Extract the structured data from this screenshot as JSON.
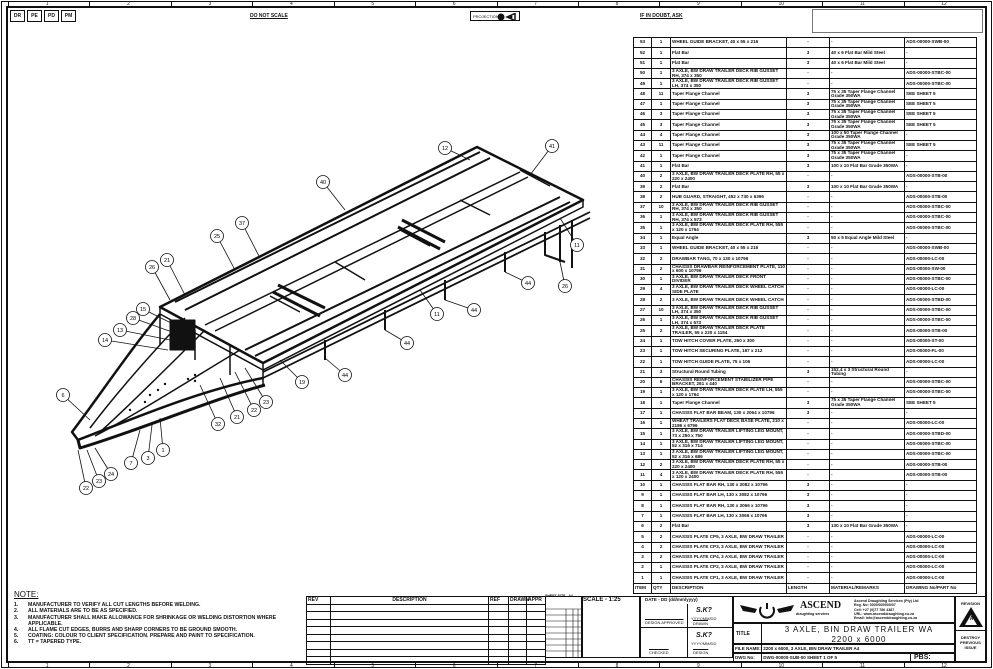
{
  "corner_tabs": [
    "DR",
    "PE",
    "PD",
    "PM"
  ],
  "header": {
    "do_not_scale": "DO NOT SCALE",
    "projection": "PROJECTION",
    "if_in_doubt": "IF IN DOUBT, ASK"
  },
  "zones_top": [
    "1",
    "2",
    "3",
    "4",
    "5",
    "6",
    "7",
    "8",
    "9",
    "10",
    "11",
    "12"
  ],
  "balloons": [
    "12",
    "41",
    "40",
    "37",
    "25",
    "26",
    "21",
    "15",
    "28",
    "13",
    "14",
    "6",
    "7",
    "3",
    "1",
    "32",
    "21",
    "22",
    "23",
    "24",
    "23",
    "22",
    "19",
    "44",
    "44",
    "11",
    "44",
    "44",
    "26",
    "11"
  ],
  "bom": {
    "headers": [
      "ITEM",
      "QTY",
      "DESCRIPTION",
      "LENGTH",
      "MATERIAL/REMARKS",
      "DRAWING No/PART No"
    ],
    "rows": [
      [
        "53",
        "1",
        "WHEEL GUIDE BRACKET, 40 x 55 x 216",
        "-",
        "-",
        "ADS-00000-SWB-00"
      ],
      [
        "52",
        "1",
        "Flat Bar",
        "3",
        "40 x 6 Flat Bar Mild Steel",
        "-"
      ],
      [
        "51",
        "1",
        "Flat Bar",
        "3",
        "40 x 6 Flat Bar Mild Steel",
        "-"
      ],
      [
        "50",
        "1",
        "3 AXLE, BW DRAW TRAILER DECK RIB GUSSET RH, 374 x 350",
        "-",
        "-",
        "ADS-00000-STBC-00"
      ],
      [
        "49",
        "1",
        "3 AXLE, BW DRAW TRAILER DECK RIB GUSSET LH, 374 x 350",
        "-",
        "-",
        "ADS-00000-STBC-00"
      ],
      [
        "48",
        "11",
        "Taper Flange Channel",
        "3",
        "75 x 35 Taper Flange Channel Grade 350WA",
        "SEE SHEET 5"
      ],
      [
        "47",
        "1",
        "Taper Flange Channel",
        "3",
        "75 x 35 Taper Flange Channel Grade 350WA",
        "SEE SHEET 5"
      ],
      [
        "46",
        "3",
        "Taper Flange Channel",
        "3",
        "75 x 35 Taper Flange Channel Grade 350WA",
        "SEE SHEET 5"
      ],
      [
        "45",
        "3",
        "Taper Flange Channel",
        "3",
        "75 x 35 Taper Flange Channel Grade 350WA",
        "SEE SHEET 5"
      ],
      [
        "44",
        "4",
        "Taper Flange Channel",
        "3",
        "100 x 50 Taper Flange Channel Grade 350WA",
        "-"
      ],
      [
        "43",
        "11",
        "Taper Flange Channel",
        "3",
        "75 x 35 Taper Flange Channel Grade 350WA",
        "SEE SHEET 5"
      ],
      [
        "42",
        "1",
        "Taper Flange Channel",
        "3",
        "75 x 35 Taper Flange Channel Grade 350WA",
        "-"
      ],
      [
        "41",
        "1",
        "Flat Bar",
        "3",
        "100 x 10 Flat Bar Grade 350WA",
        "-"
      ],
      [
        "40",
        "2",
        "3 AXLE, BW DRAW TRAILER DECK PLATE RH, 55 x 220 x 2400",
        "-",
        "-",
        "ADS-00000-STB-00"
      ],
      [
        "39",
        "2",
        "Flat Bar",
        "3",
        "100 x 10 Flat Bar Grade 350WA",
        "-"
      ],
      [
        "38",
        "2",
        "HUB GUARD, STRAIGHT, 452 x 730 x 6396",
        "-",
        "-",
        "ADS-00000-STB-00"
      ],
      [
        "37",
        "10",
        "3 AXLE, BW DRAW TRAILER DECK RIB GUSSET RH, 374 x 350",
        "-",
        "-",
        "ADS-00000-STBC-00"
      ],
      [
        "36",
        "1",
        "3 AXLE, BW DRAW TRAILER DECK RIB GUSSET RH, 374 x 573",
        "-",
        "-",
        "ADS-00000-STBC-00"
      ],
      [
        "35",
        "1",
        "3 AXLE, BW DRAW TRAILER DECK PLATE RH, 555 x 120 x 1764",
        "-",
        "-",
        "ADS-00000-STBC-00"
      ],
      [
        "34",
        "1",
        "Equal Angle",
        "3",
        "50 x 5 Equal Angle Mild Steel",
        "-"
      ],
      [
        "33",
        "1",
        "WHEEL GUIDE BRACKET, 40 x 55 x 216",
        "-",
        "-",
        "ADS-00000-SWB-00"
      ],
      [
        "32",
        "2",
        "DRAWBAR TANG, 70 x 130 x 10796",
        "-",
        "-",
        "ADS-00000-LC-00"
      ],
      [
        "31",
        "2",
        "CHASSIS DRAWBAR REINFORCEMENT PLATE, 110 x 600 x 10796",
        "-",
        "-",
        "ADS-00000-SW-00"
      ],
      [
        "30",
        "1",
        "3 AXLE, BW DRAW TRAILER DECK FRONT DIVIDER",
        "-",
        "-",
        "ADS-00000-STBC-00"
      ],
      [
        "29",
        "4",
        "3 AXLE, BW DRAW TRAILER DECK WHEEL CATCH SIDE PLATE",
        "-",
        "-",
        "ADS-00000-LC-00"
      ],
      [
        "28",
        "2",
        "3 AXLE, BW DRAW TRAILER DECK WHEEL CATCH",
        "-",
        "-",
        "ADS-00000-STBD-00"
      ],
      [
        "27",
        "10",
        "3 AXLE, BW DRAW TRAILER DECK RIB GUSSET LH, 374 x 350",
        "-",
        "-",
        "ADS-00000-STBC-00"
      ],
      [
        "26",
        "1",
        "3 AXLE, BW DRAW TRAILER DECK RIB GUSSET LH, 374 x 573",
        "-",
        "-",
        "ADS-00000-STBC-00"
      ],
      [
        "25",
        "2",
        "3 AXLE, BW DRAW TRAILER DECK PLATE TRAILER, 55 x 220 x 1154",
        "-",
        "-",
        "ADS-00000-STB-00"
      ],
      [
        "24",
        "1",
        "TOW HITCH COVER PLATE, 260 x 300",
        "-",
        "-",
        "ADS-00000-ST-00"
      ],
      [
        "23",
        "1",
        "TOW HITCH SECURING PLATE, 187 x 212",
        "-",
        "-",
        "ADS-00000-FL-00"
      ],
      [
        "22",
        "1",
        "TOW HITCH GUIDE PLATE, 75 x 106",
        "-",
        "-",
        "ADS-00000-LC-00"
      ],
      [
        "21",
        "3",
        "Structural Round Tubing",
        "3",
        "152.4 x 3 Structural Round Tubing",
        "-"
      ],
      [
        "20",
        "6",
        "CHASSIS REINFORCEMENT STABILIZER PIPE BRACKET, 261 x 440",
        "-",
        "-",
        "ADS-00000-STBC-00"
      ],
      [
        "19",
        "1",
        "3 AXLE, BW DRAW TRAILER DECK PLATE LH, 555 x 120 x 1764",
        "-",
        "-",
        "ADS-00000-STBC-00"
      ],
      [
        "18",
        "1",
        "Taper Flange Channel",
        "3",
        "75 x 35 Taper Flange Channel Grade 350WA",
        "SEE SHEET 5"
      ],
      [
        "17",
        "1",
        "CHASSIS FLAT BAR BEAM, 130 x 2064 x 10796",
        "3",
        "-",
        "-"
      ],
      [
        "16",
        "1",
        "WHEAT TRAILERS FLAT DECK BASE PLATE, 210 x 2186 x 6796",
        "-",
        "-",
        "ADS-00000-LC-00"
      ],
      [
        "15",
        "1",
        "3 AXLE, BW DRAW TRAILER LIFTING LEG MOUNT, 73 x 250 x 750",
        "-",
        "-",
        "ADS-00000-STBD-00"
      ],
      [
        "14",
        "1",
        "3 AXLE, BW DRAW TRAILER LIFTING LEG MOUNT, 52 x 316 x 714",
        "-",
        "-",
        "ADS-00000-STBC-00"
      ],
      [
        "13",
        "1",
        "3 AXLE, BW DRAW TRAILER LIFTING LEG MOUNT, 52 x 316 x 686",
        "-",
        "-",
        "ADS-00000-STBC-00"
      ],
      [
        "12",
        "2",
        "3 AXLE, BW DRAW TRAILER DECK PLATE RH, 55 x 220 x 2400",
        "-",
        "-",
        "ADS-00000-STB-00"
      ],
      [
        "11",
        "4",
        "3 AXLE, BW DRAW TRAILER DECK PLATE RH, 555 x 120 x 2400",
        "-",
        "-",
        "ADS-00000-STB-00"
      ],
      [
        "10",
        "1",
        "CHASSIS FLAT BAR RH, 130 x 3082 x 10796",
        "3",
        "-",
        "-"
      ],
      [
        "9",
        "1",
        "CHASSIS FLAT BAR LH, 130 x 3082 x 10796",
        "3",
        "-",
        "-"
      ],
      [
        "8",
        "1",
        "CHASSIS FLAT BAR RH, 130 x 3066 x 10796",
        "3",
        "-",
        "-"
      ],
      [
        "7",
        "1",
        "CHASSIS FLAT BAR LH, 130 x 3066 x 10796",
        "3",
        "-",
        "-"
      ],
      [
        "6",
        "2",
        "Flat Bar",
        "3",
        "130 x 10 Flat Bar Grade 350WA",
        "-"
      ],
      [
        "5",
        "2",
        "CHASSIS PLATE CP5, 3 AXLE, BW DRAW TRAILER",
        "-",
        "-",
        "ADS-00000-LC-00"
      ],
      [
        "4",
        "2",
        "CHASSIS PLATE CP3, 3 AXLE, BW DRAW TRAILER",
        "-",
        "-",
        "ADS-00000-LC-00"
      ],
      [
        "3",
        "2",
        "CHASSIS PLATE CP4, 3 AXLE, BW DRAW TRAILER",
        "-",
        "-",
        "ADS-00000-LC-00"
      ],
      [
        "2",
        "1",
        "CHASSIS PLATE CP2, 3 AXLE, BW DRAW TRAILER",
        "-",
        "-",
        "ADS-00000-LC-00"
      ],
      [
        "1",
        "1",
        "CHASSIS PLATE CP1, 3 AXLE, BW DRAW TRAILER",
        "-",
        "-",
        "ADS-00000-LC-00"
      ]
    ]
  },
  "notes": {
    "title": "NOTE:",
    "items": [
      [
        "1.",
        "MANUFACTURER TO VERIFY ALL CUT LENGTHS BEFORE WELDING."
      ],
      [
        "2.",
        "ALL MATERIALS ARE TO BE AS SPECIFIED."
      ],
      [
        "3.",
        "MANUFACTURER SHALL MAKE ALLOWANCE FOR SHRINKAGE OR WELDING DISTORTION WHERE APPLICABLE."
      ],
      [
        "4.",
        "ALL FLAME CUT EDGES, BURRS AND SHARP CORNERS TO BE GROUND SMOOTH."
      ],
      [
        "5.",
        "COATING: COLOUR TO CLIENT SPECIFICATION. PREPARE AND PAINT TO SPECIFICATION."
      ],
      [
        "6.",
        "TT = TAPERED TYPE."
      ]
    ]
  },
  "revision_table": {
    "headers": [
      "REV",
      "DESCRIPTION",
      "REF",
      "DRAWN",
      "APPR"
    ]
  },
  "title_block": {
    "sheet_size": "SHEET SIZE - A4",
    "scale": "SCALE - 1:25",
    "date": "DATE - DD (dd/mm/yyyy)",
    "sig1": "S.K?",
    "sig2": "S.K?",
    "date_fmt1": "YYYY/MM/DD",
    "date_fmt2": "YYYY/MM/DD",
    "role1": "DESIGN APPROVED",
    "role2": "DRAWN",
    "role3": "CHECKED",
    "role4": "DESIGN",
    "logo": "ASCEND",
    "logo_sub": "draughting services",
    "company": [
      "Ascend Draughting Services (Pty) Ltd",
      "Reg. No: 0000/000000/07",
      "Cell: +27 (0)77 786 4387",
      "URL: www.ascenddraughting.co.za",
      "Email: info@ascenddraughting.co.za"
    ],
    "title_label": "TITLE",
    "title_line1": "3 AXLE, BIN DRAW TRAILER WA",
    "title_line2": "2200 x 6000",
    "file_label": "FILE NAME:",
    "file_name": "2200 x 6000, 3 AXLE, BIN DRAW TRAILER A4",
    "dwg_label": "DWG No:",
    "dwg_no": "DWG-00000-SUB-00 SHEET 1 OF 5",
    "pbs": "PBS:",
    "revision_label": "REVISION",
    "revision_value": "A",
    "destroy": "DESTROY PREVIOUS ISSUE"
  },
  "colors": {
    "ink": "#111111"
  }
}
